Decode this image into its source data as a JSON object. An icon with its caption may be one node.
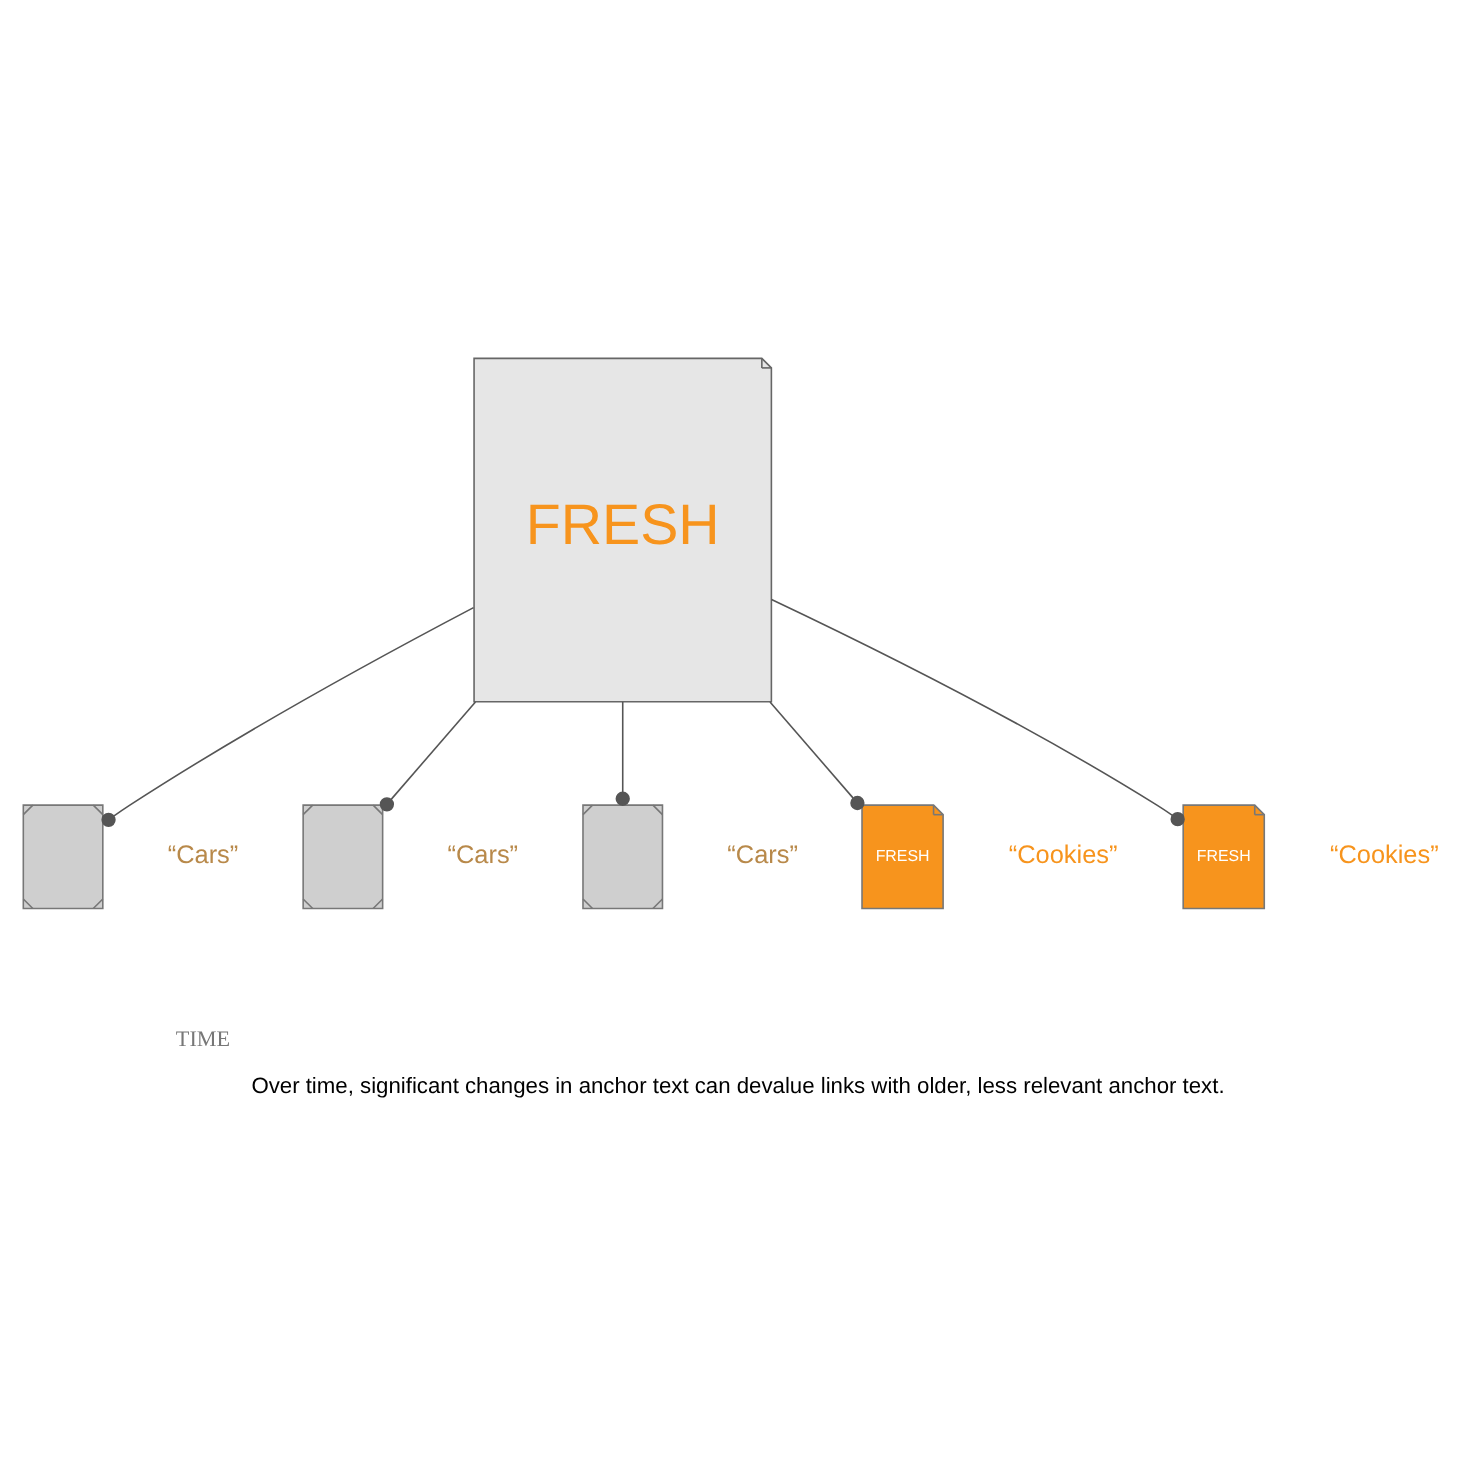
{
  "diagram": {
    "caption": "Over time, significant changes in anchor text can devalue links with older, less relevant anchor text.",
    "nodes": [
      {
        "text": [
          "FRESH"
        ]
      },
      {
        "text": [],
        "shape": "box",
        "beside": [
          "“Cars”"
        ]
      },
      {
        "text": [],
        "shape": "box",
        "beside": [
          "“Cars”"
        ]
      },
      {
        "text": [],
        "shape": "box",
        "beside": [
          "“Cars”"
        ]
      },
      {
        "text": [
          "FRESH"
        ],
        "beside": [
          "“Cookies”"
        ]
      },
      {
        "text": [
          "FRESH"
        ],
        "beside": [
          "“Cookies”"
        ]
      }
    ],
    "edges": [
      {
        "from": 0,
        "to": 1,
        "arrow": "other"
      },
      {
        "from": 0,
        "to": 2,
        "arrow": "other"
      },
      {
        "from": 0,
        "to": 3,
        "arrow": "other"
      },
      {
        "from": 0,
        "to": 4,
        "arrow": "other"
      },
      {
        "from": 0,
        "to": 5,
        "arrow": "other"
      }
    ],
    "labels": [
      "TIME"
    ]
  }
}
